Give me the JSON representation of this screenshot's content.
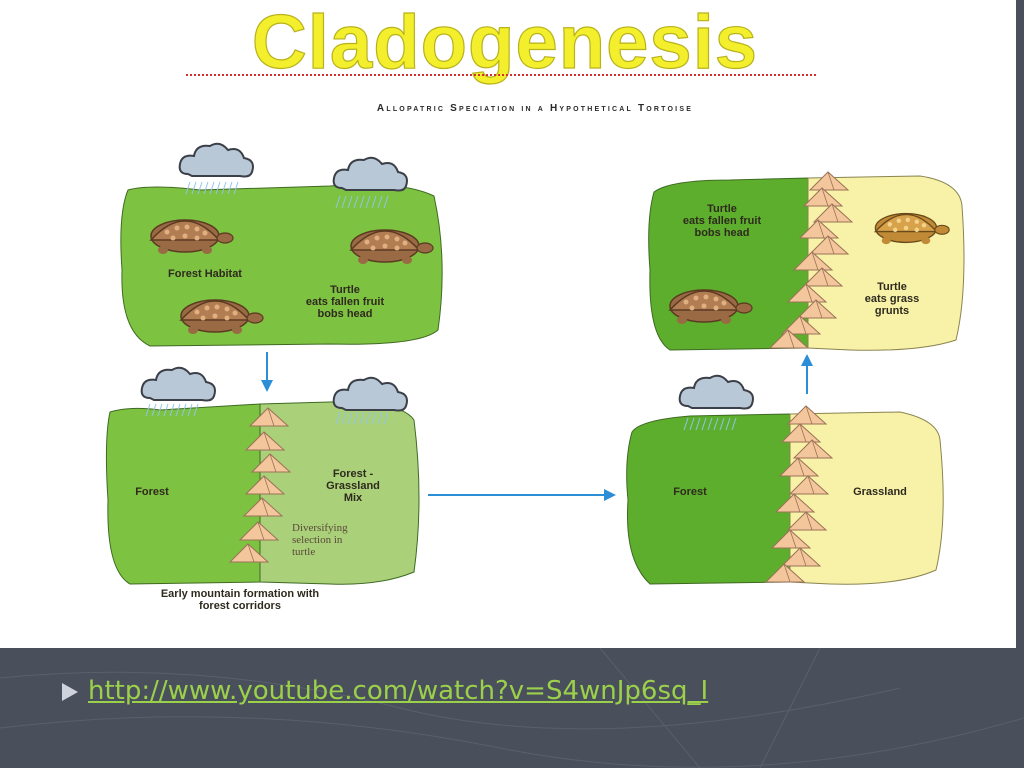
{
  "title": "Cladogenesis",
  "subtitle": "Allopatric Speciation in a Hypothetical Tortoise",
  "panels": {
    "top_left": {
      "habitat_label": "Forest Habitat",
      "turtle_label": [
        "Turtle",
        "eats fallen fruit",
        "bobs head"
      ]
    },
    "bottom_left": {
      "left_label": "Forest",
      "right_label": [
        "Forest -",
        "Grassland",
        "Mix"
      ],
      "note": [
        "Diversifying",
        "selection in",
        "turtle"
      ],
      "caption": [
        "Early mountain formation with",
        "forest corridors"
      ]
    },
    "bottom_right": {
      "left_label": "Forest",
      "right_label": "Grassland"
    },
    "top_right": {
      "left_turtle_label": [
        "Turtle",
        "eats fallen fruit",
        "bobs head"
      ],
      "right_turtle_label": [
        "Turtle",
        "eats grass",
        "grunts"
      ]
    }
  },
  "link": {
    "text": "http://www.youtube.com/watch?v=S4wnJp6sq_I"
  },
  "colors": {
    "forest": "#7ec242",
    "forest_dark": "#5cae2c",
    "grassland": "#f7f2a8",
    "mountain": "#f3c69b",
    "arrow": "#2b8ed6",
    "title": "#f4ef2c",
    "link": "#9bd14a",
    "background": "#4a4f5c"
  }
}
